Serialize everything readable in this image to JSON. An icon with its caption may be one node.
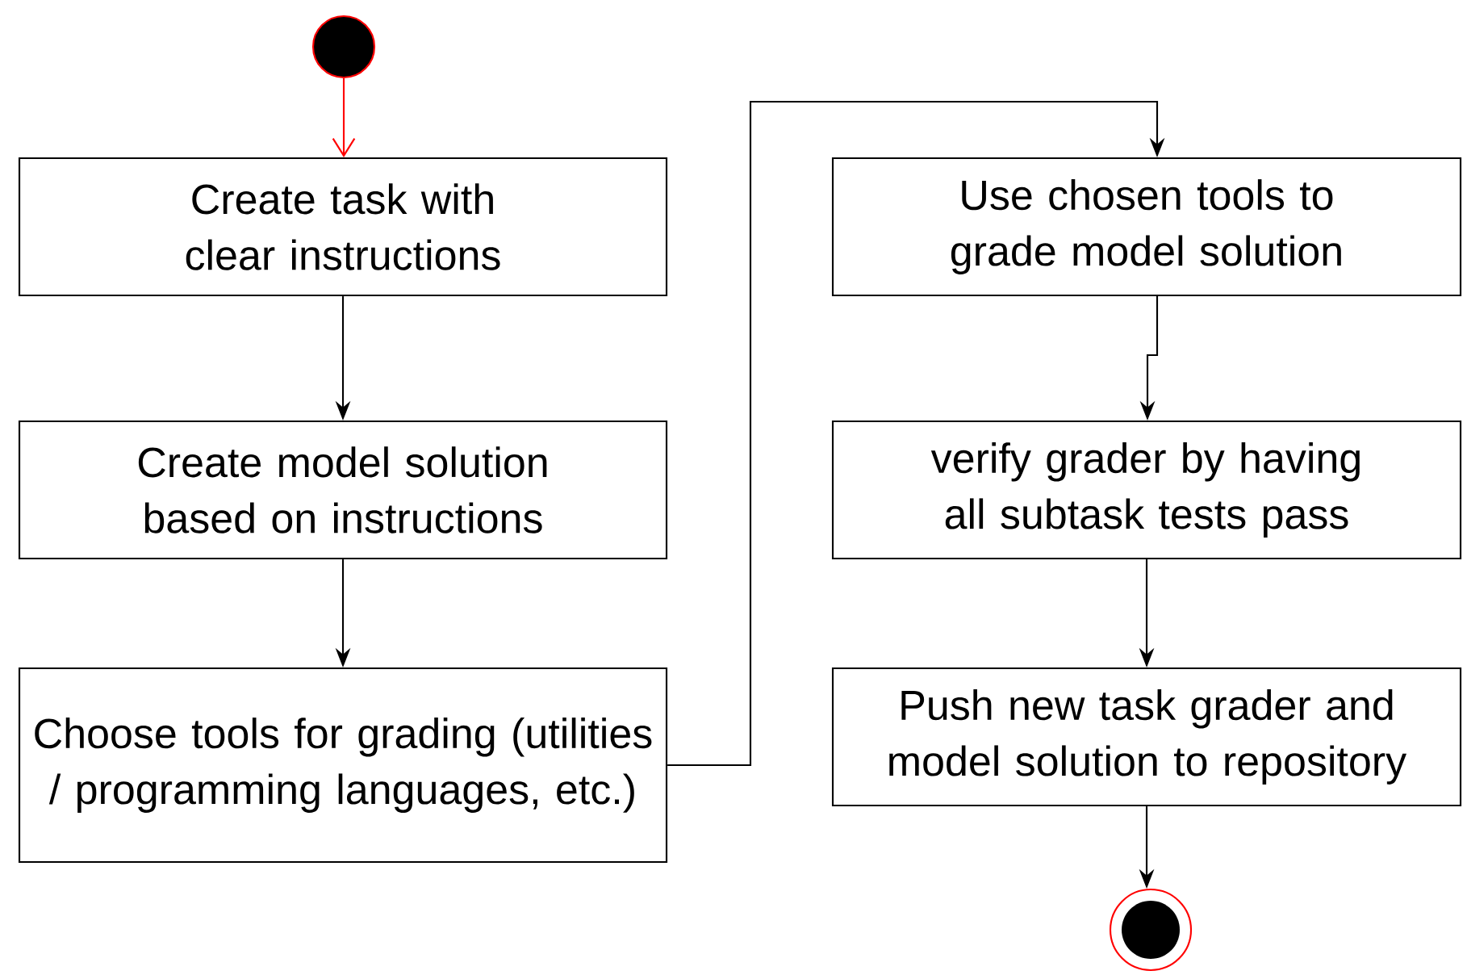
{
  "diagram": {
    "nodes": [
      {
        "text": [],
        "shape": "circle"
      },
      {
        "text": [
          "Create task with clear instructions"
        ]
      },
      {
        "text": [
          "Create model solution based on instructions"
        ]
      },
      {
        "text": [
          "Choose tools for grading (utilities / programming languages, etc.)"
        ]
      },
      {
        "text": [
          "Use chosen tools to grade model solution"
        ]
      },
      {
        "text": [
          "verify grader by having all subtask tests pass"
        ]
      },
      {
        "text": [
          "Push new task grader and model solution to repository"
        ]
      },
      {
        "text": [],
        "shape": "circle"
      }
    ],
    "edges": [
      {
        "from": 0,
        "to": 1,
        "arrow": "to",
        "color": "#ff0000"
      },
      {
        "from": 1,
        "to": 2,
        "arrow": "to"
      },
      {
        "from": 2,
        "to": 3,
        "arrow": "to"
      },
      {
        "from": 3,
        "to": 4,
        "arrow": "to"
      },
      {
        "from": 4,
        "to": 5,
        "arrow": "to"
      },
      {
        "from": 5,
        "to": 6,
        "arrow": "to"
      },
      {
        "from": 6,
        "to": 7,
        "arrow": "to"
      }
    ]
  }
}
